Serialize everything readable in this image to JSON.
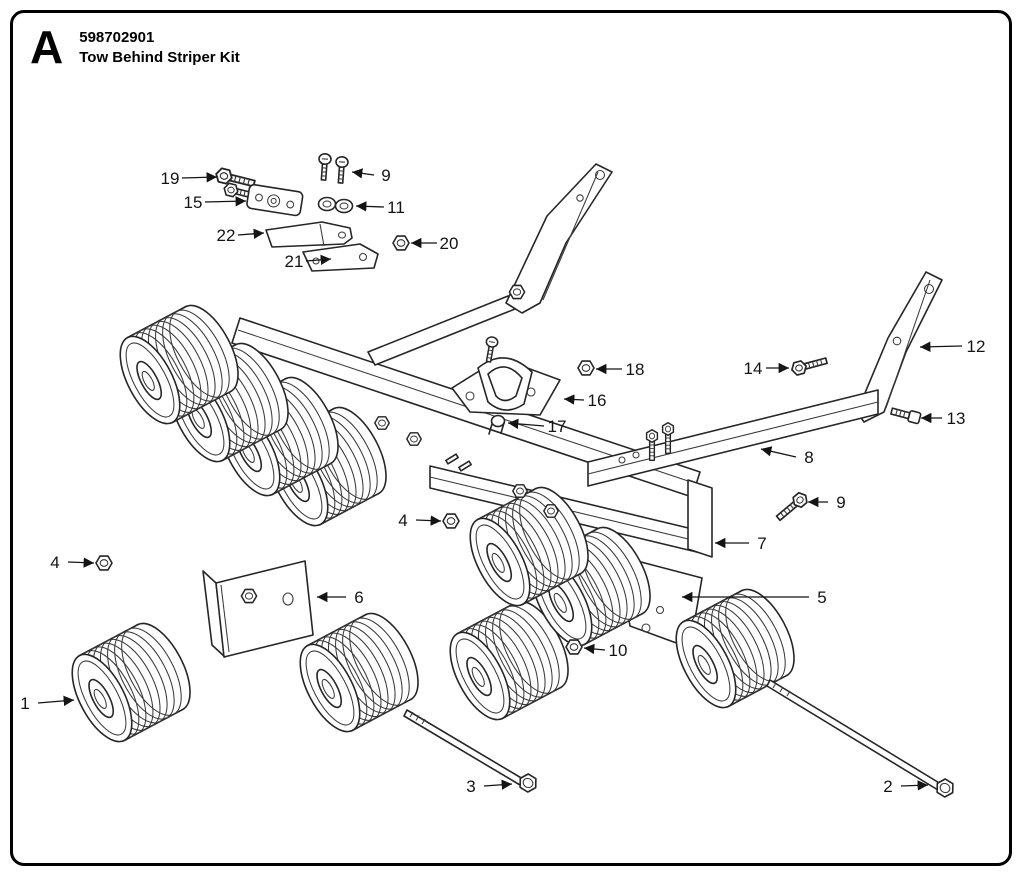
{
  "header": {
    "section_letter": "A",
    "part_number": "598702901",
    "title": "Tow Behind Striper Kit"
  },
  "callouts": {
    "c1": "1",
    "c2": "2",
    "c3": "3",
    "c4a": "4",
    "c4b": "4",
    "c5": "5",
    "c6": "6",
    "c7": "7",
    "c8": "8",
    "c9a": "9",
    "c9b": "9",
    "c10": "10",
    "c11": "11",
    "c12": "12",
    "c13": "13",
    "c14": "14",
    "c15": "15",
    "c16": "16",
    "c17": "17",
    "c18": "18",
    "c19": "19",
    "c20": "20",
    "c21": "21",
    "c22": "22"
  },
  "colors": {
    "diagram_line": "#262626",
    "text": "#141414",
    "page_border": "#000000",
    "background": "#ffffff"
  }
}
